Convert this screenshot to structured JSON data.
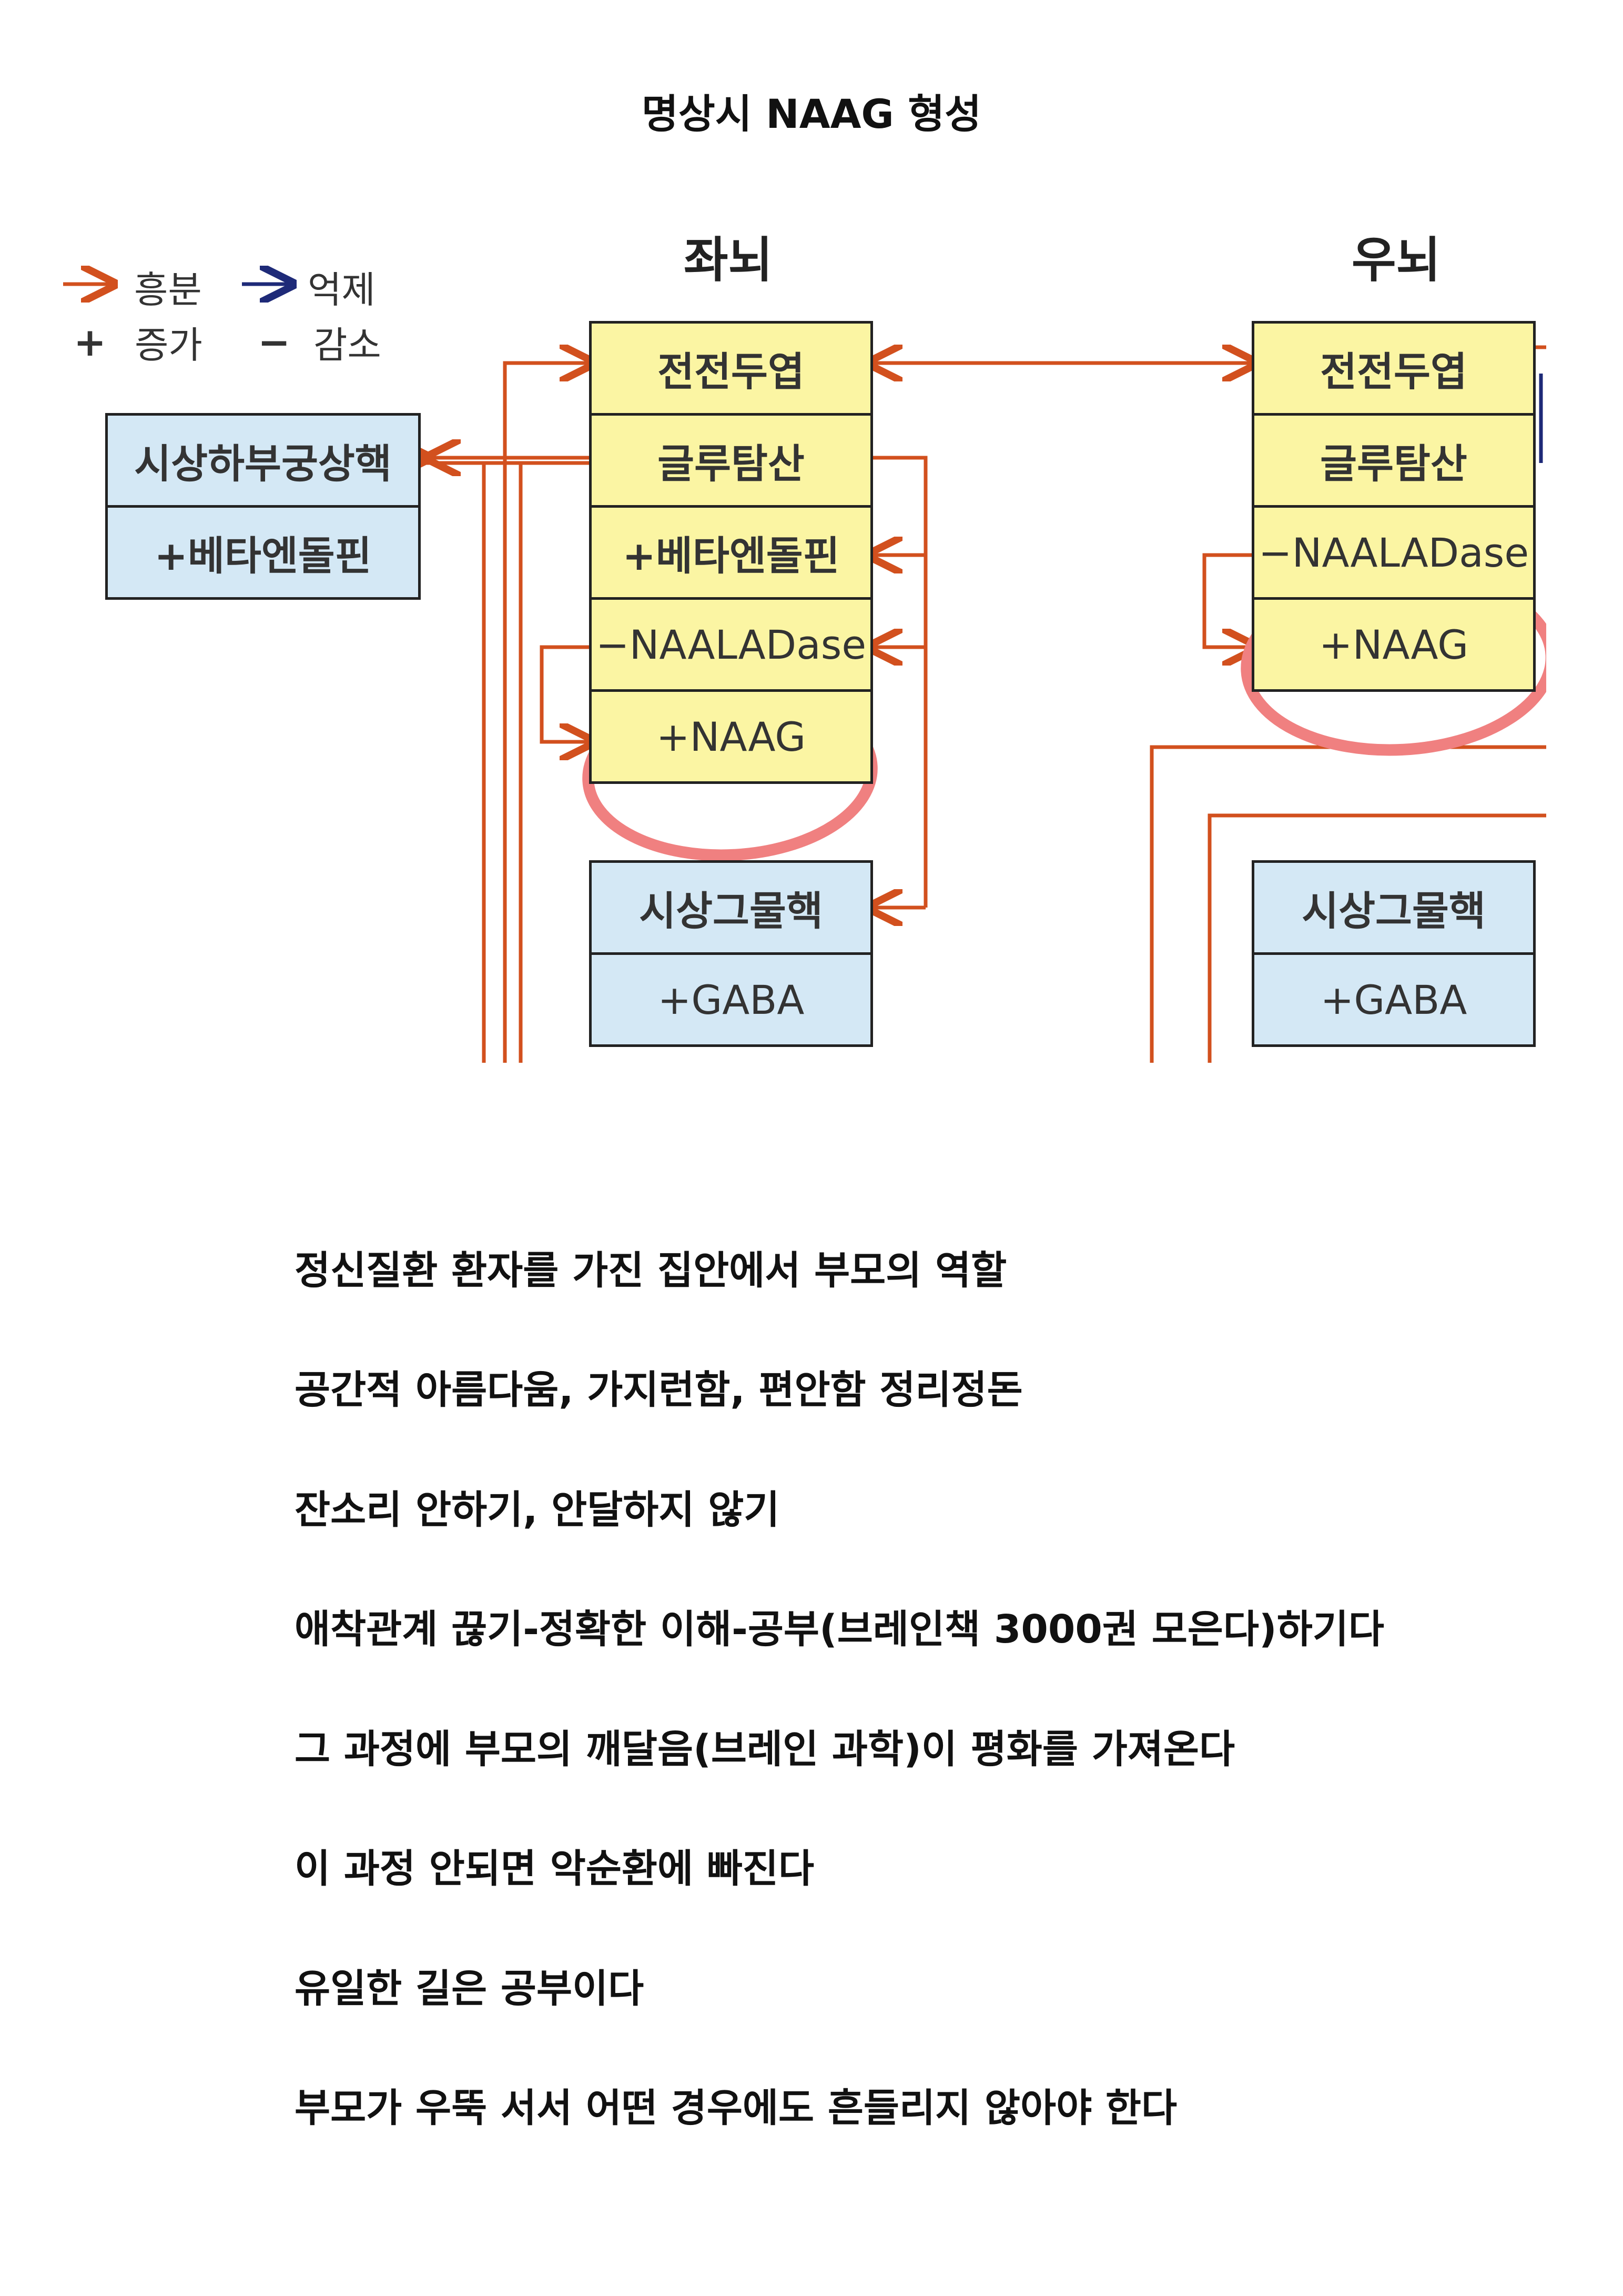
{
  "title": "명상시 NAAG 형성",
  "diagram": {
    "legend": {
      "excite": "흥분",
      "inhibit": "억제",
      "increase_sym": "+",
      "increase": "증가",
      "decrease_sym": "−",
      "decrease": "감소",
      "colors": {
        "excite": "#d2501e",
        "inhibit": "#1e2a78",
        "highlight": "#f08080"
      }
    },
    "left_hemisphere": {
      "label": "좌뇌",
      "boxes": [
        "전전두엽",
        "글루탐산",
        "+베타엔돌핀",
        "−NAALADase",
        "+NAAG"
      ],
      "thalamus_boxes": [
        "시상그물핵",
        "+GABA"
      ]
    },
    "right_hemisphere": {
      "label": "우뇌",
      "boxes": [
        "전전두엽",
        "글루탐산",
        "−NAALADase",
        "+NAAG"
      ],
      "thalamus_boxes": [
        "시상그물핵",
        "+GABA"
      ]
    },
    "hypothalamus": {
      "boxes": [
        "시상하부궁상핵",
        "+베타엔돌핀"
      ]
    }
  },
  "paragraphs": [
    "정신질환 환자를 가진 집안에서 부모의 역할",
    "공간적 아름다움, 가지런함, 편안함 정리정돈",
    "잔소리 안하기, 안달하지 않기",
    "애착관계 끊기-정확한 이해-공부(브레인책 3000권 모은다)하기다",
    "그 과정에 부모의 깨달음(브레인 과학)이 평화를 가져온다",
    "이 과정 안되면 악순환에 빠진다",
    "유일한 길은 공부이다",
    "부모가 우뚝 서서 어떤 경우에도 흔들리지 않아야 한다"
  ]
}
